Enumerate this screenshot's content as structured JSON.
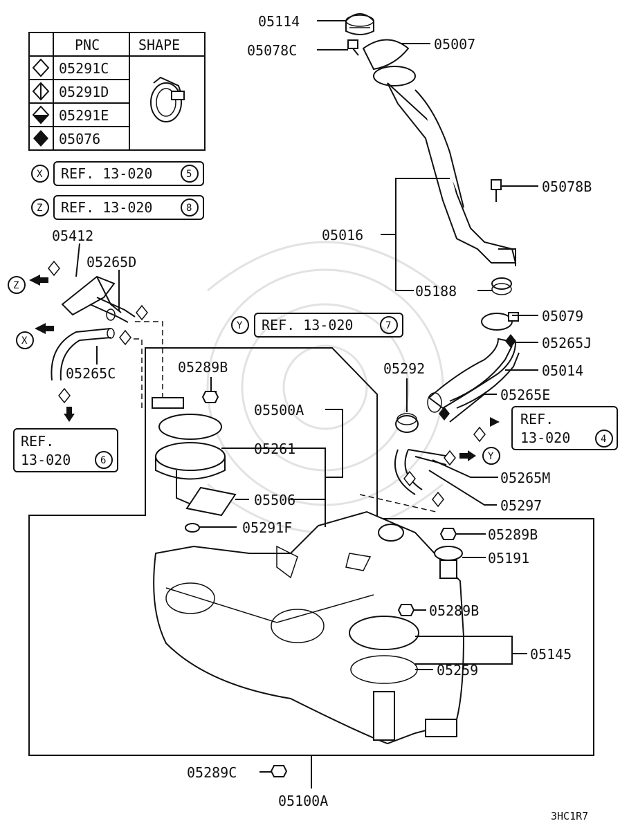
{
  "legend": {
    "header_pnc": "PNC",
    "header_shape": "SHAPE",
    "rows": [
      {
        "symbol": "diamond-outline",
        "pnc": "05291C"
      },
      {
        "symbol": "diamond-half-vertical",
        "pnc": "05291D"
      },
      {
        "symbol": "diamond-bottom-half",
        "pnc": "05291E"
      },
      {
        "symbol": "diamond-filled",
        "pnc": "05076"
      }
    ],
    "shape_icon": "hose-clamp-icon"
  },
  "refs": {
    "x": {
      "marker": "X",
      "text": "REF. 13-020",
      "circled": "5"
    },
    "z": {
      "marker": "Z",
      "text": "REF. 13-020",
      "circled": "8"
    },
    "y": {
      "marker": "Y",
      "text": "REF. 13-020",
      "circled": "7"
    },
    "ref6_line1": "REF.",
    "ref6_line2": "13-020",
    "ref6_circled": "6",
    "ref4_line1": "REF.",
    "ref4_line2": "13-020",
    "ref4_circled": "4"
  },
  "parts": {
    "p05114": "05114",
    "p05078C": "05078C",
    "p05007": "05007",
    "p05078B": "05078B",
    "p05016": "05016",
    "p05188": "05188",
    "p05079": "05079",
    "p05265J": "05265J",
    "p05014": "05014",
    "p05292": "05292",
    "p05265E": "05265E",
    "p05265M": "05265M",
    "p05297": "05297",
    "p05289B_a": "05289B",
    "p05289B_b": "05289B",
    "p05289B_c": "05289B",
    "p05191": "05191",
    "p05145": "05145",
    "p05259": "05259",
    "p05289C": "05289C",
    "p05100A": "05100A",
    "p05412": "05412",
    "p05265D": "05265D",
    "p05265C": "05265C",
    "p05500A": "05500A",
    "p05261": "05261",
    "p05506": "05506",
    "p05291F": "05291F"
  },
  "markers": {
    "x": "X",
    "y": "Y",
    "z": "Z"
  },
  "diagram_code": "3HC1R7"
}
